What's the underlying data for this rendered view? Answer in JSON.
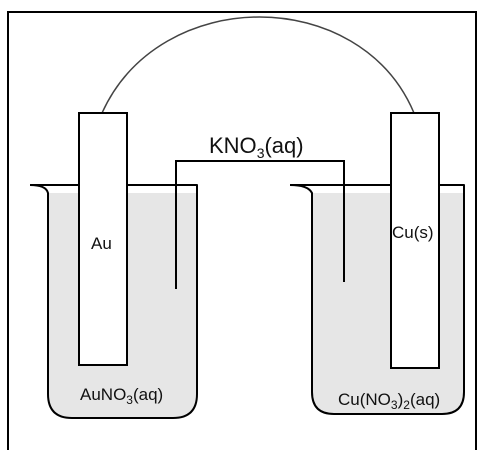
{
  "electrodes": {
    "left": "Au",
    "right": "Cu(s)"
  },
  "salt_bridge": {
    "base": "KNO",
    "sub": "3",
    "tail": "(aq)"
  },
  "solutions": {
    "left": {
      "base": "AuNO",
      "sub": "3",
      "tail": "(aq)"
    },
    "right": {
      "base": "Cu(NO",
      "sub": "3",
      "mid": ")",
      "sub2": "2",
      "tail": "(aq)"
    }
  },
  "colors": {
    "solution_fill": "#e6e6e6",
    "electrode_fill": "#ffffff",
    "stroke": "#000000",
    "wire": "#444444"
  }
}
